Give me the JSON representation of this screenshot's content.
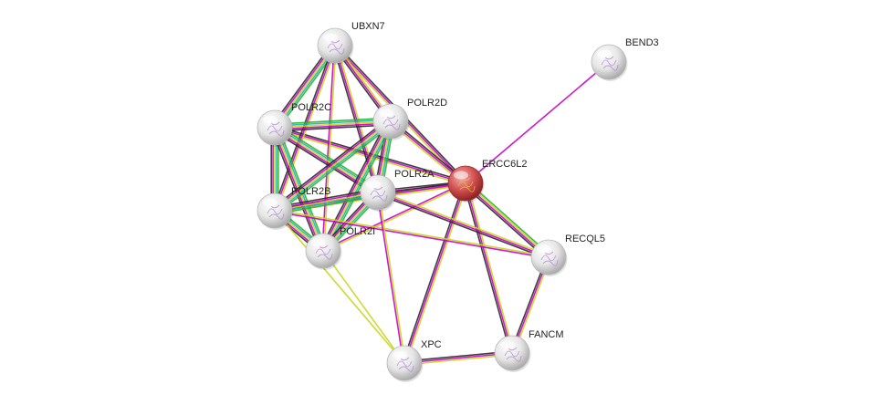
{
  "colors": {
    "query_node": "#d25050",
    "neighbor_node": "#e6e6e6",
    "edge_experiments": "#c800c8",
    "edge_databases": "#20b2b4",
    "edge_textmining": "#c8d41e",
    "edge_coexpression": "#2a2a2a",
    "edge_neighborhood": "#28b428",
    "edge_cooccurrence": "#1e28c8"
  },
  "nodes": [
    {
      "id": "UBXN7",
      "label": "UBXN7",
      "query": false
    },
    {
      "id": "BEND3",
      "label": "BEND3",
      "query": false
    },
    {
      "id": "POLR2C",
      "label": "POLR2C",
      "query": false
    },
    {
      "id": "POLR2D",
      "label": "POLR2D",
      "query": false
    },
    {
      "id": "ERCC6L2",
      "label": "ERCC6L2",
      "query": true
    },
    {
      "id": "POLR2A",
      "label": "POLR2A",
      "query": false
    },
    {
      "id": "POLR2B",
      "label": "POLR2B",
      "query": false
    },
    {
      "id": "POLR2I",
      "label": "POLR2I",
      "query": false
    },
    {
      "id": "RECQL5",
      "label": "RECQL5",
      "query": false
    },
    {
      "id": "FANCM",
      "label": "FANCM",
      "query": false
    },
    {
      "id": "XPC",
      "label": "XPC",
      "query": false
    }
  ],
  "edges": [
    {
      "source": "ERCC6L2",
      "target": "BEND3",
      "evidence": [
        "experiments"
      ]
    },
    {
      "source": "ERCC6L2",
      "target": "UBXN7",
      "evidence": [
        "textmining",
        "experiments",
        "coexpression"
      ]
    },
    {
      "source": "ERCC6L2",
      "target": "POLR2D",
      "evidence": [
        "textmining",
        "experiments",
        "coexpression"
      ]
    },
    {
      "source": "ERCC6L2",
      "target": "POLR2C",
      "evidence": [
        "textmining",
        "experiments",
        "coexpression"
      ]
    },
    {
      "source": "ERCC6L2",
      "target": "POLR2A",
      "evidence": [
        "textmining",
        "experiments",
        "coexpression"
      ]
    },
    {
      "source": "ERCC6L2",
      "target": "POLR2B",
      "evidence": [
        "textmining",
        "experiments",
        "coexpression"
      ]
    },
    {
      "source": "ERCC6L2",
      "target": "POLR2I",
      "evidence": [
        "textmining",
        "experiments"
      ]
    },
    {
      "source": "ERCC6L2",
      "target": "RECQL5",
      "evidence": [
        "neighborhood",
        "textmining",
        "experiments",
        "coexpression"
      ]
    },
    {
      "source": "ERCC6L2",
      "target": "FANCM",
      "evidence": [
        "textmining",
        "experiments",
        "coexpression"
      ]
    },
    {
      "source": "ERCC6L2",
      "target": "XPC",
      "evidence": [
        "textmining",
        "experiments",
        "coexpression"
      ]
    },
    {
      "source": "UBXN7",
      "target": "POLR2C",
      "evidence": [
        "neighborhood",
        "databases",
        "textmining",
        "experiments",
        "coexpression"
      ]
    },
    {
      "source": "UBXN7",
      "target": "POLR2D",
      "evidence": [
        "textmining",
        "experiments",
        "coexpression"
      ]
    },
    {
      "source": "UBXN7",
      "target": "POLR2B",
      "evidence": [
        "textmining",
        "experiments",
        "coexpression"
      ]
    },
    {
      "source": "UBXN7",
      "target": "POLR2A",
      "evidence": [
        "textmining",
        "experiments",
        "coexpression"
      ]
    },
    {
      "source": "UBXN7",
      "target": "POLR2I",
      "evidence": [
        "textmining",
        "experiments"
      ]
    },
    {
      "source": "POLR2C",
      "target": "POLR2D",
      "evidence": [
        "neighborhood",
        "databases",
        "textmining",
        "experiments",
        "coexpression"
      ]
    },
    {
      "source": "POLR2C",
      "target": "POLR2B",
      "evidence": [
        "neighborhood",
        "databases",
        "textmining",
        "experiments",
        "coexpression"
      ]
    },
    {
      "source": "POLR2C",
      "target": "POLR2A",
      "evidence": [
        "neighborhood",
        "databases",
        "textmining",
        "experiments",
        "coexpression"
      ]
    },
    {
      "source": "POLR2C",
      "target": "POLR2I",
      "evidence": [
        "neighborhood",
        "databases",
        "textmining",
        "experiments",
        "coexpression"
      ]
    },
    {
      "source": "POLR2D",
      "target": "POLR2B",
      "evidence": [
        "neighborhood",
        "databases",
        "textmining",
        "experiments",
        "coexpression"
      ]
    },
    {
      "source": "POLR2D",
      "target": "POLR2A",
      "evidence": [
        "neighborhood",
        "databases",
        "textmining",
        "experiments",
        "coexpression"
      ]
    },
    {
      "source": "POLR2D",
      "target": "POLR2I",
      "evidence": [
        "neighborhood",
        "databases",
        "textmining",
        "experiments",
        "coexpression"
      ]
    },
    {
      "source": "POLR2A",
      "target": "POLR2B",
      "evidence": [
        "neighborhood",
        "databases",
        "textmining",
        "experiments",
        "coexpression"
      ]
    },
    {
      "source": "POLR2A",
      "target": "POLR2I",
      "evidence": [
        "neighborhood",
        "databases",
        "textmining",
        "experiments",
        "coexpression"
      ]
    },
    {
      "source": "POLR2B",
      "target": "POLR2I",
      "evidence": [
        "neighborhood",
        "databases",
        "textmining",
        "experiments",
        "coexpression"
      ]
    },
    {
      "source": "POLR2A",
      "target": "RECQL5",
      "evidence": [
        "textmining",
        "experiments",
        "coexpression"
      ]
    },
    {
      "source": "POLR2B",
      "target": "RECQL5",
      "evidence": [
        "textmining",
        "experiments"
      ]
    },
    {
      "source": "POLR2I",
      "target": "XPC",
      "evidence": [
        "textmining"
      ]
    },
    {
      "source": "POLR2B",
      "target": "XPC",
      "evidence": [
        "textmining"
      ]
    },
    {
      "source": "POLR2A",
      "target": "XPC",
      "evidence": [
        "textmining",
        "experiments"
      ]
    },
    {
      "source": "RECQL5",
      "target": "FANCM",
      "evidence": [
        "textmining",
        "experiments",
        "coexpression"
      ]
    },
    {
      "source": "FANCM",
      "target": "XPC",
      "evidence": [
        "textmining",
        "experiments",
        "coexpression"
      ]
    }
  ]
}
